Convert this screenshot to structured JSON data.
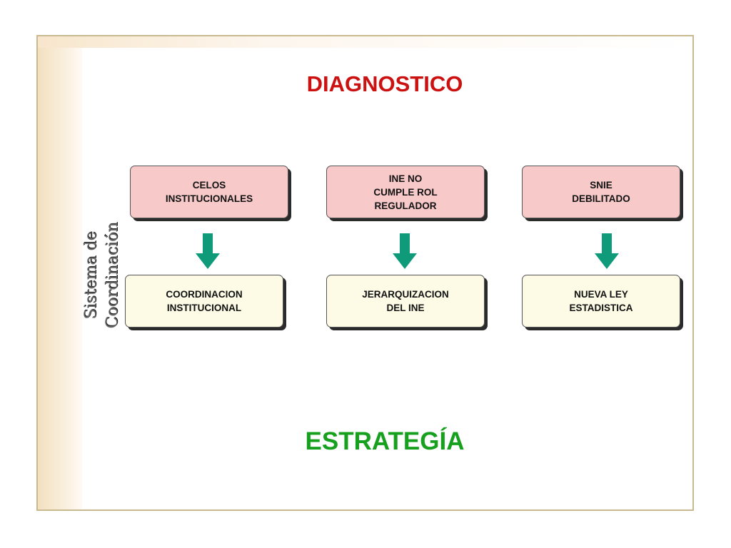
{
  "title_top": "DIAGNOSTICO",
  "title_bottom": "ESTRATEGÍA",
  "side_label": [
    "Sistema de",
    "Coordinación"
  ],
  "diagnostico_boxes": [
    {
      "lines": [
        "CELOS",
        "INSTITUCIONALES"
      ]
    },
    {
      "lines": [
        "INE NO",
        "CUMPLE ROL",
        "REGULADOR"
      ]
    },
    {
      "lines": [
        "SNIE",
        "DEBILITADO"
      ]
    }
  ],
  "estrategia_boxes": [
    {
      "lines": [
        "COORDINACION",
        "INSTITUCIONAL"
      ]
    },
    {
      "lines": [
        "JERARQUIZACION",
        "DEL INE"
      ]
    },
    {
      "lines": [
        "NUEVA LEY",
        "ESTADISTICA"
      ]
    }
  ],
  "colors": {
    "title_top": "#cc1111",
    "title_bottom": "#16a01e",
    "diag_box_fill": "#f7c9c9",
    "strat_box_fill": "#fdfbe6",
    "arrow_fill": "#0f9b7a"
  }
}
